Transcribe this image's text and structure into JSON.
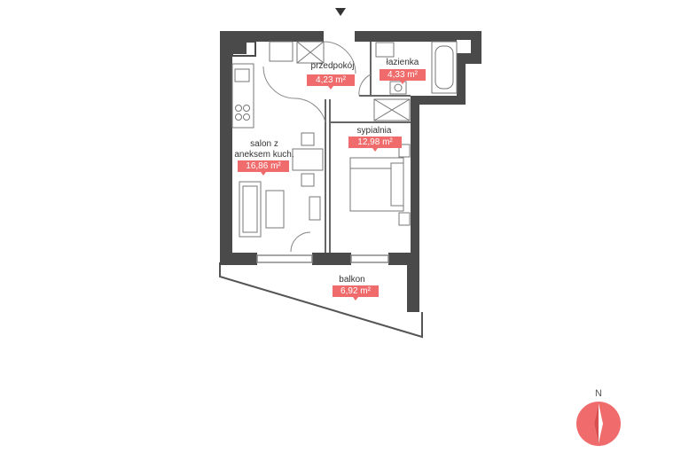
{
  "colors": {
    "wall": "#4a4a4a",
    "badge": "#f06b6b",
    "furniture": "#777777",
    "compass": "#f06b6b"
  },
  "rooms": [
    {
      "id": "przedpokoj",
      "name": "przedpokój",
      "area": "4,23 m²"
    },
    {
      "id": "lazienka",
      "name": "łazienka",
      "area": "4,33 m²"
    },
    {
      "id": "salon",
      "name_line1": "salon z",
      "name_line2": "aneksem kuch.",
      "area": "16,86 m²"
    },
    {
      "id": "sypialnia",
      "name": "sypialnia",
      "area": "12,98 m²"
    },
    {
      "id": "balkon",
      "name": "balkon",
      "area": "6,92 m²"
    }
  ],
  "compass": {
    "label": "N",
    "icon": "north-arrow-icon"
  },
  "entrance": {
    "icon": "entrance-arrow-icon"
  }
}
